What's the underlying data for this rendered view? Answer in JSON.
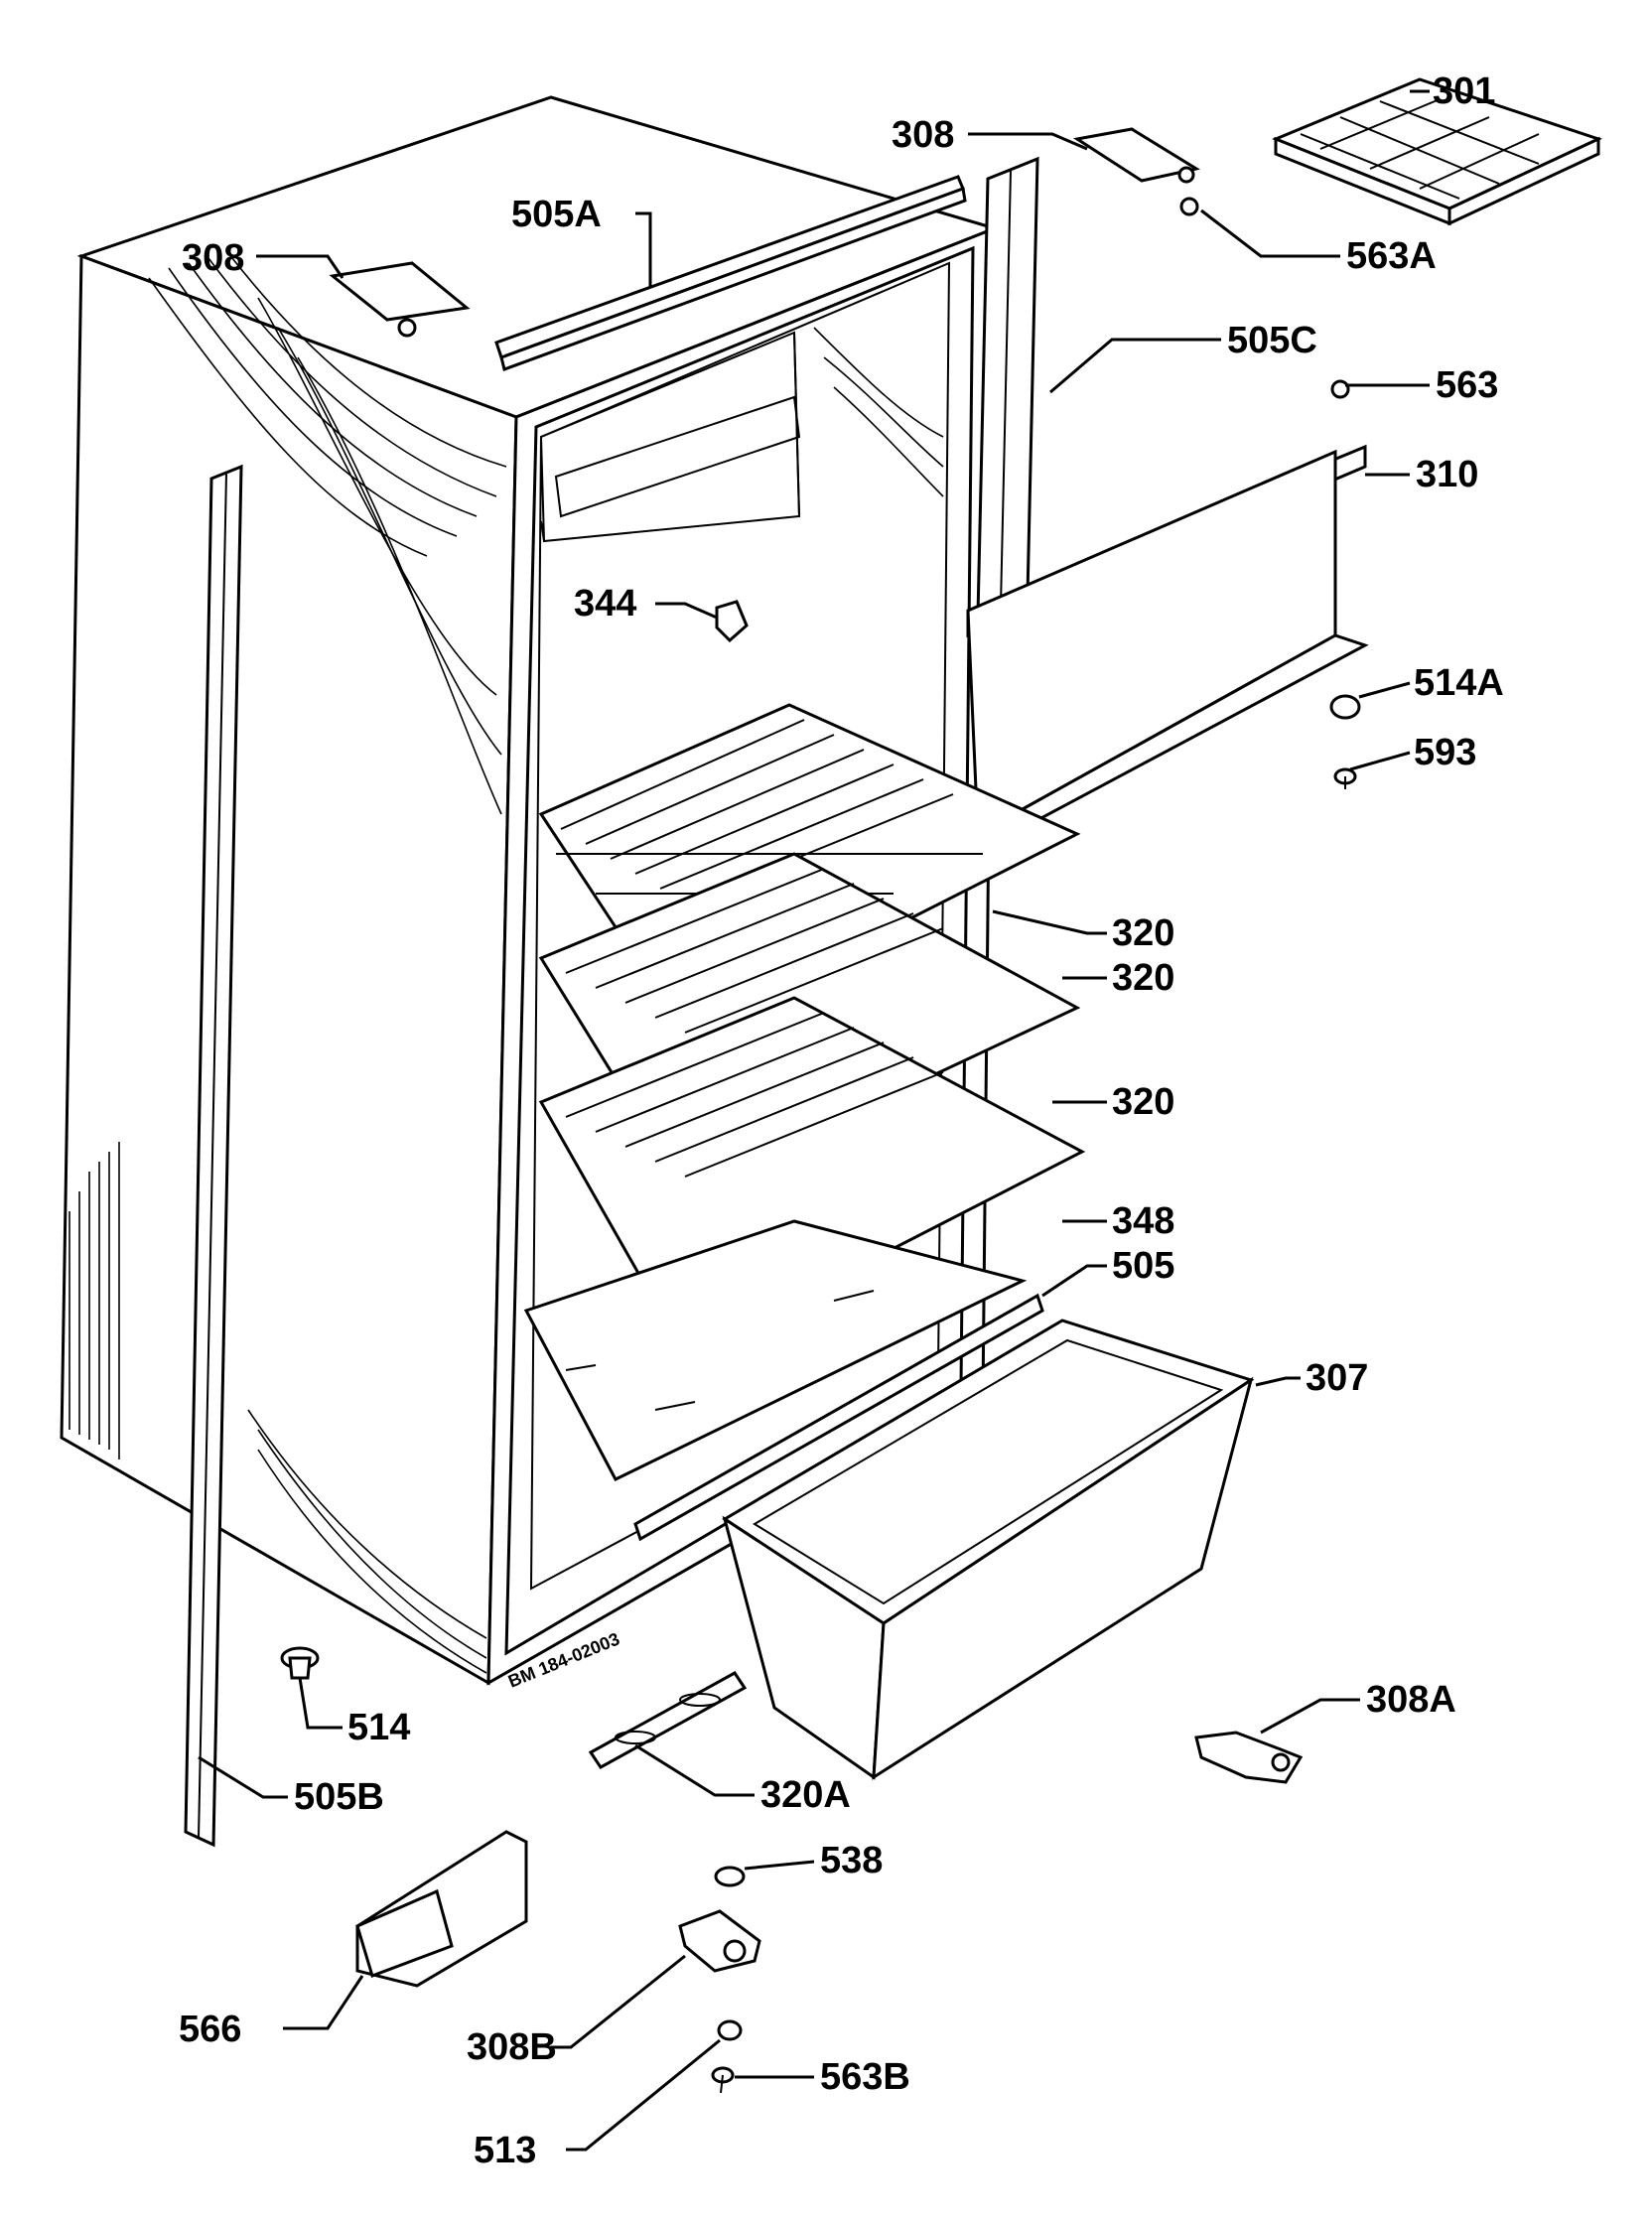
{
  "diagram": {
    "serial": "BM 184-02003",
    "labels": {
      "l301": "301",
      "l308_top": "308",
      "l308_left": "308",
      "l505A": "505A",
      "l563A": "563A",
      "l505C": "505C",
      "l563": "563",
      "l310": "310",
      "l344": "344",
      "l514A": "514A",
      "l593": "593",
      "l320_1": "320",
      "l320_2": "320",
      "l320_3": "320",
      "l348": "348",
      "l505": "505",
      "l307": "307",
      "l514": "514",
      "l505B": "505B",
      "l308A": "308A",
      "l320A": "320A",
      "l538": "538",
      "l566": "566",
      "l308B": "308B",
      "l563B": "563B",
      "l513": "513"
    }
  }
}
